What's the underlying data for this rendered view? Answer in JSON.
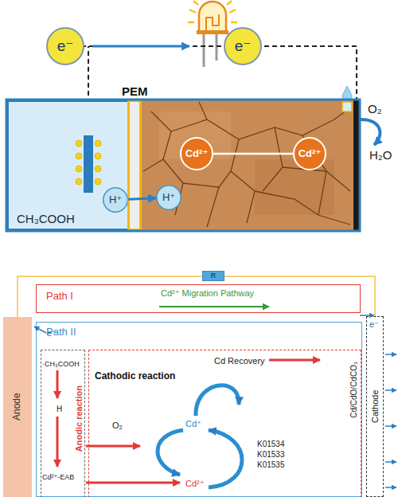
{
  "diagram": {
    "nodes": [
      {
        "text": [
          "e⁻"
        ]
      },
      {
        "text": [
          "e⁻"
        ]
      },
      {
        "text": [
          "CH₃COOH"
        ]
      },
      {
        "text": [
          "H⁺"
        ],
        "in": 2
      },
      {
        "text": [
          "PEM"
        ]
      },
      {
        "text": [
          "H⁺"
        ]
      },
      {
        "text": [
          "Cd²⁺"
        ]
      },
      {
        "text": [
          "Cd²⁺"
        ]
      },
      {
        "text": [
          "R"
        ]
      },
      {
        "text": [
          "Anode"
        ]
      },
      {
        "text": [
          "Path I",
          "Cd²⁺ Migration Pathway"
        ]
      },
      {
        "text": [
          "Path II"
        ]
      },
      {
        "text": [
          "Anodic reaction",
          "·CH₃COOH",
          "H",
          "Cd²⁺-EAB"
        ],
        "in": 11
      },
      {
        "text": [
          "Cathodic reaction",
          "Cd Recovery",
          "Cd/CdO/CdCO₃",
          "O₂",
          "Cd⁺",
          "Cd²⁺",
          "K01534 K01533 K01535"
        ],
        "in": 11
      },
      {
        "text": [
          "Cathode"
        ]
      }
    ],
    "edges": [
      {
        "from": 3,
        "to": 5,
        "arrow": "to"
      },
      {
        "from": 6,
        "to": 7,
        "arrow": "none"
      }
    ],
    "labels": [
      "O₂",
      "H₂O",
      "e⁻",
      "e⁻"
    ]
  }
}
